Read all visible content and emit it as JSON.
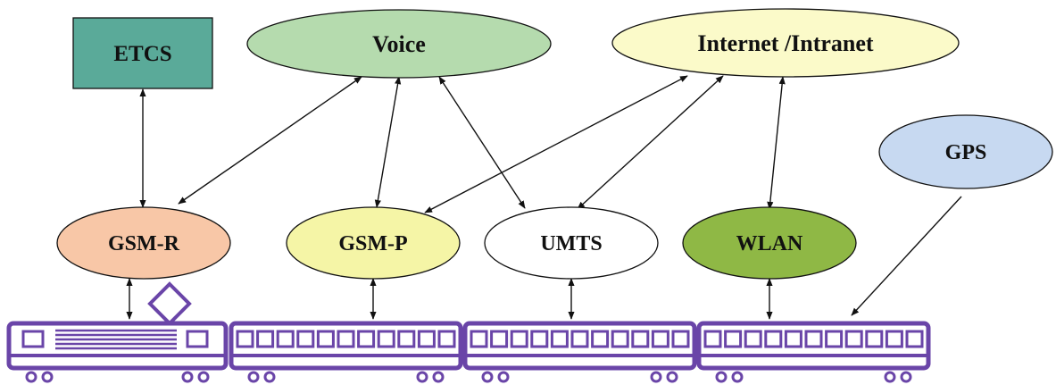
{
  "diagram": {
    "nodes": {
      "etcs": {
        "label": "ETCS",
        "fill": "#5aaa99"
      },
      "voice": {
        "label": "Voice",
        "fill": "#b5dbae"
      },
      "internet": {
        "label": "Internet /Intranet",
        "fill": "#fbfac9"
      },
      "gps": {
        "label": "GPS",
        "fill": "#c7d9f1"
      },
      "gsmr": {
        "label": "GSM-R",
        "fill": "#f8c7a7"
      },
      "gsmp": {
        "label": "GSM-P",
        "fill": "#f5f5a6"
      },
      "umts": {
        "label": "UMTS",
        "fill": "#ffffff"
      },
      "wlan": {
        "label": "WLAN",
        "fill": "#8fb845"
      }
    },
    "connections": [
      {
        "from": "etcs",
        "to": "gsmr",
        "style": "bidirectional"
      },
      {
        "from": "voice",
        "to": "gsmr",
        "style": "bidirectional"
      },
      {
        "from": "voice",
        "to": "gsmp",
        "style": "bidirectional"
      },
      {
        "from": "voice",
        "to": "umts",
        "style": "bidirectional"
      },
      {
        "from": "internet",
        "to": "gsmp",
        "style": "bidirectional"
      },
      {
        "from": "internet",
        "to": "umts",
        "style": "bidirectional"
      },
      {
        "from": "internet",
        "to": "wlan",
        "style": "bidirectional"
      },
      {
        "from": "gsmr",
        "to": "train-locomotive",
        "style": "bidirectional"
      },
      {
        "from": "gsmp",
        "to": "train-car-1",
        "style": "bidirectional"
      },
      {
        "from": "umts",
        "to": "train-car-2",
        "style": "bidirectional"
      },
      {
        "from": "wlan",
        "to": "train-car-3",
        "style": "bidirectional"
      },
      {
        "from": "gps",
        "to": "train-car-3",
        "style": "one-way"
      }
    ],
    "colors": {
      "train": "#6a45a8",
      "stroke": "#111111"
    }
  }
}
